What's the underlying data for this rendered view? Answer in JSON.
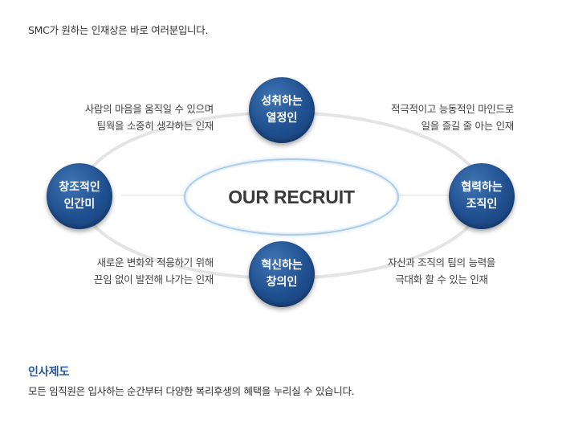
{
  "intro": "SMC가 원하는 인재상은 바로 여러분입니다.",
  "diagram": {
    "center": "OUR RECRUIT",
    "nodes": {
      "top": [
        "성취하는",
        "열정인"
      ],
      "right": [
        "협력하는",
        "조직인"
      ],
      "bottom": [
        "혁신하는",
        "창의인"
      ],
      "left": [
        "창조적인",
        "인간미"
      ]
    },
    "descriptions": {
      "top_left": [
        "사람의 마음을 움직일 수 있으며",
        "팀웍을 소중히 생각하는 인재"
      ],
      "top_right": [
        "적극적이고 능동적인 마인드로",
        "일을 즐길 줄 아는 인재"
      ],
      "bottom_left": [
        "새로운 변화와 적응하기 위해",
        "끈임 없이 발전해 나가는 인재"
      ],
      "bottom_right": [
        "자신과 조직의 팀의 능력을",
        "극대화 할 수 있는 인재"
      ]
    },
    "colors": {
      "node": "#1f4f8f",
      "ring": "#e4e4e4",
      "center_border": "#a9cce8"
    }
  },
  "section": {
    "title": "인사제도",
    "body": "모든 임직원은 입사하는 순간부터 다양한 복리후생의 혜택을 누리실 수 있습니다."
  }
}
